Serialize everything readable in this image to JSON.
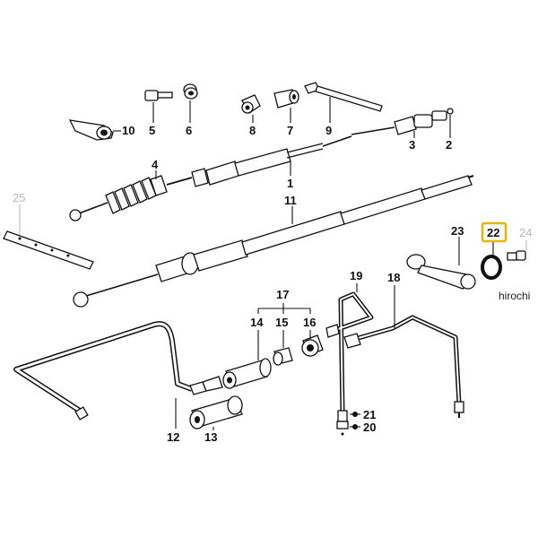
{
  "labels": {
    "p1": "1",
    "p2": "2",
    "p3": "3",
    "p4": "4",
    "p5": "5",
    "p6": "6",
    "p7": "7",
    "p8": "8",
    "p9": "9",
    "p10": "10",
    "p11": "11",
    "p12": "12",
    "p13": "13",
    "p14": "14",
    "p15": "15",
    "p16": "16",
    "p17": "17",
    "p18": "18",
    "p19": "19",
    "p20": "20",
    "p21": "21",
    "p22": "22",
    "p23": "23",
    "p24": "24",
    "p25": "25"
  },
  "watermark": "hirochi",
  "colors": {
    "highlight_box": "#e8b400",
    "line": "#111111",
    "greyed_label": "#b8b8b8"
  }
}
